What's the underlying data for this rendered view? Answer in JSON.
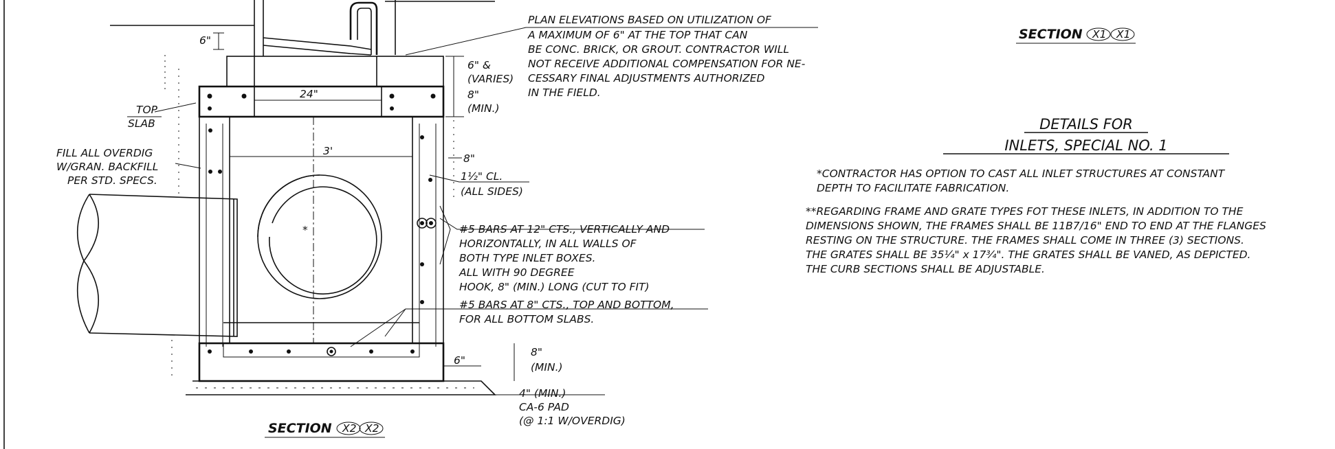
{
  "notes": {
    "plan_elevations": [
      "PLAN ELEVATIONS BASED ON UTILIZATION OF",
      "A MAXIMUM OF 6\" AT THE TOP THAT CAN",
      "BE CONC. BRICK, OR GROUT.  CONTRACTOR WILL",
      "NOT RECEIVE ADDITIONAL COMPENSATION FOR NE-",
      "CESSARY FINAL ADJUSTMENTS AUTHORIZED",
      "IN THE FIELD."
    ],
    "bars_12": [
      "#5 BARS AT 12\" CTS., VERTICALLY AND",
      "HORIZONTALLY, IN ALL WALLS OF",
      "BOTH TYPE INLET BOXES.",
      "ALL WITH 90 DEGREE",
      "HOOK, 8\" (MIN.) LONG (CUT TO FIT)"
    ],
    "bars_8": [
      "#5 BARS AT 8\" CTS., TOP AND BOTTOM,",
      "FOR ALL BOTTOM SLABS."
    ],
    "fill": [
      "FILL ALL OVERDIG",
      "W/GRAN. BACKFILL",
      "PER STD. SPECS."
    ],
    "top_slab": [
      "TOP",
      "SLAB"
    ],
    "pad": [
      "4\" (MIN.)",
      "CA-6 PAD",
      "(@ 1:1 W/OVERDIG)"
    ],
    "clear": [
      "1½\" CL.",
      "(ALL SIDES)"
    ]
  },
  "dims": {
    "d6_top": "6\"",
    "d6_varies": [
      "6\" &",
      "(VARIES)"
    ],
    "d8_top": [
      "8\"",
      "(MIN.)"
    ],
    "d24": "24\"",
    "d3ft": "3'",
    "d8_right": "8\"",
    "d6_bottom": "6\"",
    "d8_bottom": [
      "8\"",
      "(MIN.)"
    ],
    "asterisk": "*"
  },
  "sections": {
    "section_x2": {
      "word": "SECTION",
      "b1": "X2",
      "b2": "X2"
    },
    "section_x1": {
      "word": "SECTION",
      "b1": "X1",
      "b2": "X1"
    }
  },
  "title": [
    "DETAILS FOR",
    "INLETS, SPECIAL NO. 1"
  ],
  "note1": [
    "*CONTRACTOR HAS OPTION TO CAST ALL INLET STRUCTURES AT CONSTANT",
    "DEPTH TO FACILITATE FABRICATION."
  ],
  "note2": [
    "**REGARDING FRAME AND GRATE TYPES FOT THESE INLETS, IN ADDITION TO THE",
    "DIMENSIONS SHOWN, THE FRAMES SHALL BE 11B7/16\" END TO END AT THE FLANGES",
    "RESTING ON THE STRUCTURE.  THE FRAMES SHALL COME IN THREE (3) SECTIONS.",
    "THE GRATES SHALL BE 35¼\" x 17¾\".  THE GRATES SHALL BE VANED, AS DEPICTED.",
    "THE CURB SECTIONS SHALL BE ADJUSTABLE."
  ]
}
